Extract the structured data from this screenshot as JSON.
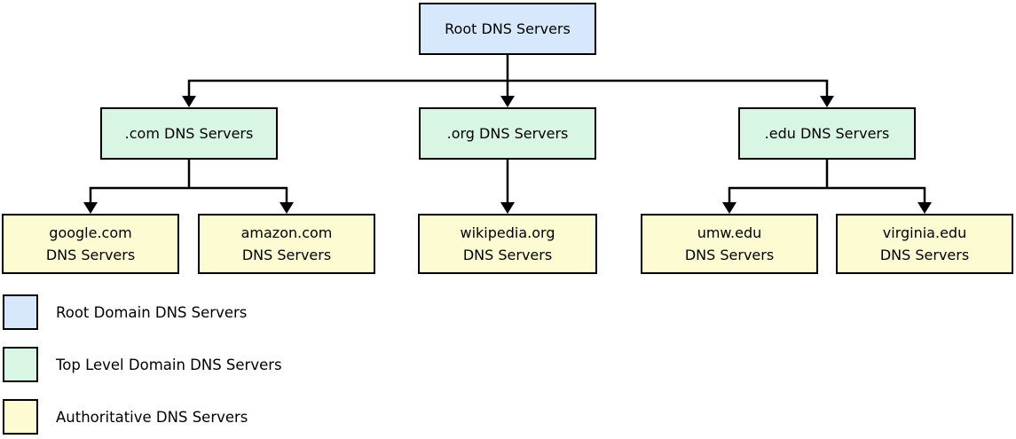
{
  "diagram": {
    "title_implicit": "DNS server hierarchy",
    "colors": {
      "root_fill": "#d7e8fc",
      "tld_fill": "#d9f6e4",
      "authoritative_fill": "#fcfbd2",
      "border": "#000000",
      "connector": "#000000",
      "background": "#ffffff"
    },
    "nodes": {
      "root": {
        "label": "Root DNS Servers",
        "level": "root"
      },
      "com": {
        "label": ".com DNS Servers",
        "level": "tld"
      },
      "org": {
        "label": ".org DNS Servers",
        "level": "tld"
      },
      "edu": {
        "label": ".edu DNS Servers",
        "level": "tld"
      },
      "google": {
        "line1": "google.com",
        "line2": "DNS Servers",
        "level": "authoritative"
      },
      "amazon": {
        "line1": "amazon.com",
        "line2": "DNS Servers",
        "level": "authoritative"
      },
      "wikipedia": {
        "line1": "wikipedia.org",
        "line2": "DNS Servers",
        "level": "authoritative"
      },
      "umw": {
        "line1": "umw.edu",
        "line2": "DNS Servers",
        "level": "authoritative"
      },
      "virginia": {
        "line1": "virginia.edu",
        "line2": "DNS Servers",
        "level": "authoritative"
      }
    },
    "edges": [
      {
        "from": "root",
        "to": "com"
      },
      {
        "from": "root",
        "to": "org"
      },
      {
        "from": "root",
        "to": "edu"
      },
      {
        "from": "com",
        "to": "google"
      },
      {
        "from": "com",
        "to": "amazon"
      },
      {
        "from": "org",
        "to": "wikipedia"
      },
      {
        "from": "edu",
        "to": "umw"
      },
      {
        "from": "edu",
        "to": "virginia"
      }
    ],
    "legend": [
      {
        "label": "Root Domain DNS Servers",
        "color": "#d7e8fc"
      },
      {
        "label": "Top Level Domain DNS Servers",
        "color": "#d9f6e4"
      },
      {
        "label": "Authoritative DNS Servers",
        "color": "#fcfbd2"
      }
    ]
  }
}
